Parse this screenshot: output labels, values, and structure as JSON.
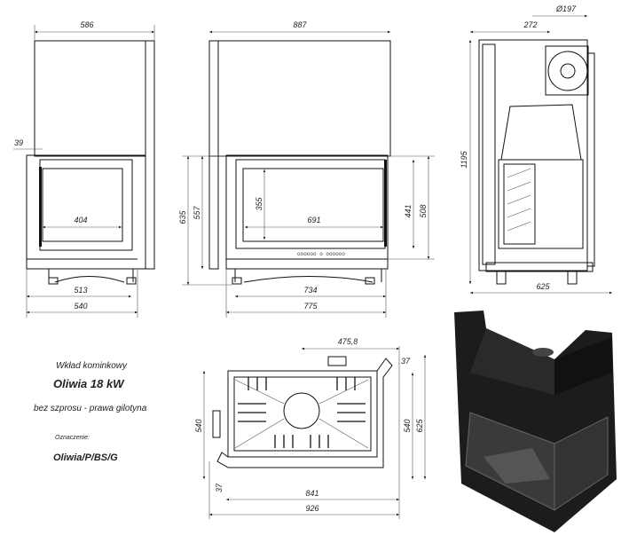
{
  "front_view": {
    "width_top": "586",
    "offset": "39",
    "glass_width": "404",
    "leg_span": "513",
    "body_width": "540"
  },
  "side_view": {
    "width_top": "887",
    "total_height": "635",
    "body_height": "557",
    "glass_height": "355",
    "glass_width": "691",
    "door_inner_height": "441",
    "door_height": "508",
    "leg_span": "734",
    "body_width": "775"
  },
  "rear_view": {
    "flue_diameter": "Ø197",
    "flue_offset": "272",
    "total_height": "1195",
    "depth": "625"
  },
  "top_view": {
    "flue_offset": "475,8",
    "corner_top": "37",
    "depth_left": "540",
    "depth_right_inner": "540",
    "depth_right": "625",
    "corner_bottom": "37",
    "width_inner": "841",
    "width_total": "926"
  },
  "info": {
    "title": "Wkład kominkowy",
    "model": "Oliwia 18 kW",
    "variant": "bez szprosu - prawa gilotyna",
    "designation_label": "Oznaczenie:",
    "designation": "Oliwia/P/BS/G"
  },
  "colors": {
    "line": "#111111",
    "render_dark": "#1c1c1c"
  }
}
